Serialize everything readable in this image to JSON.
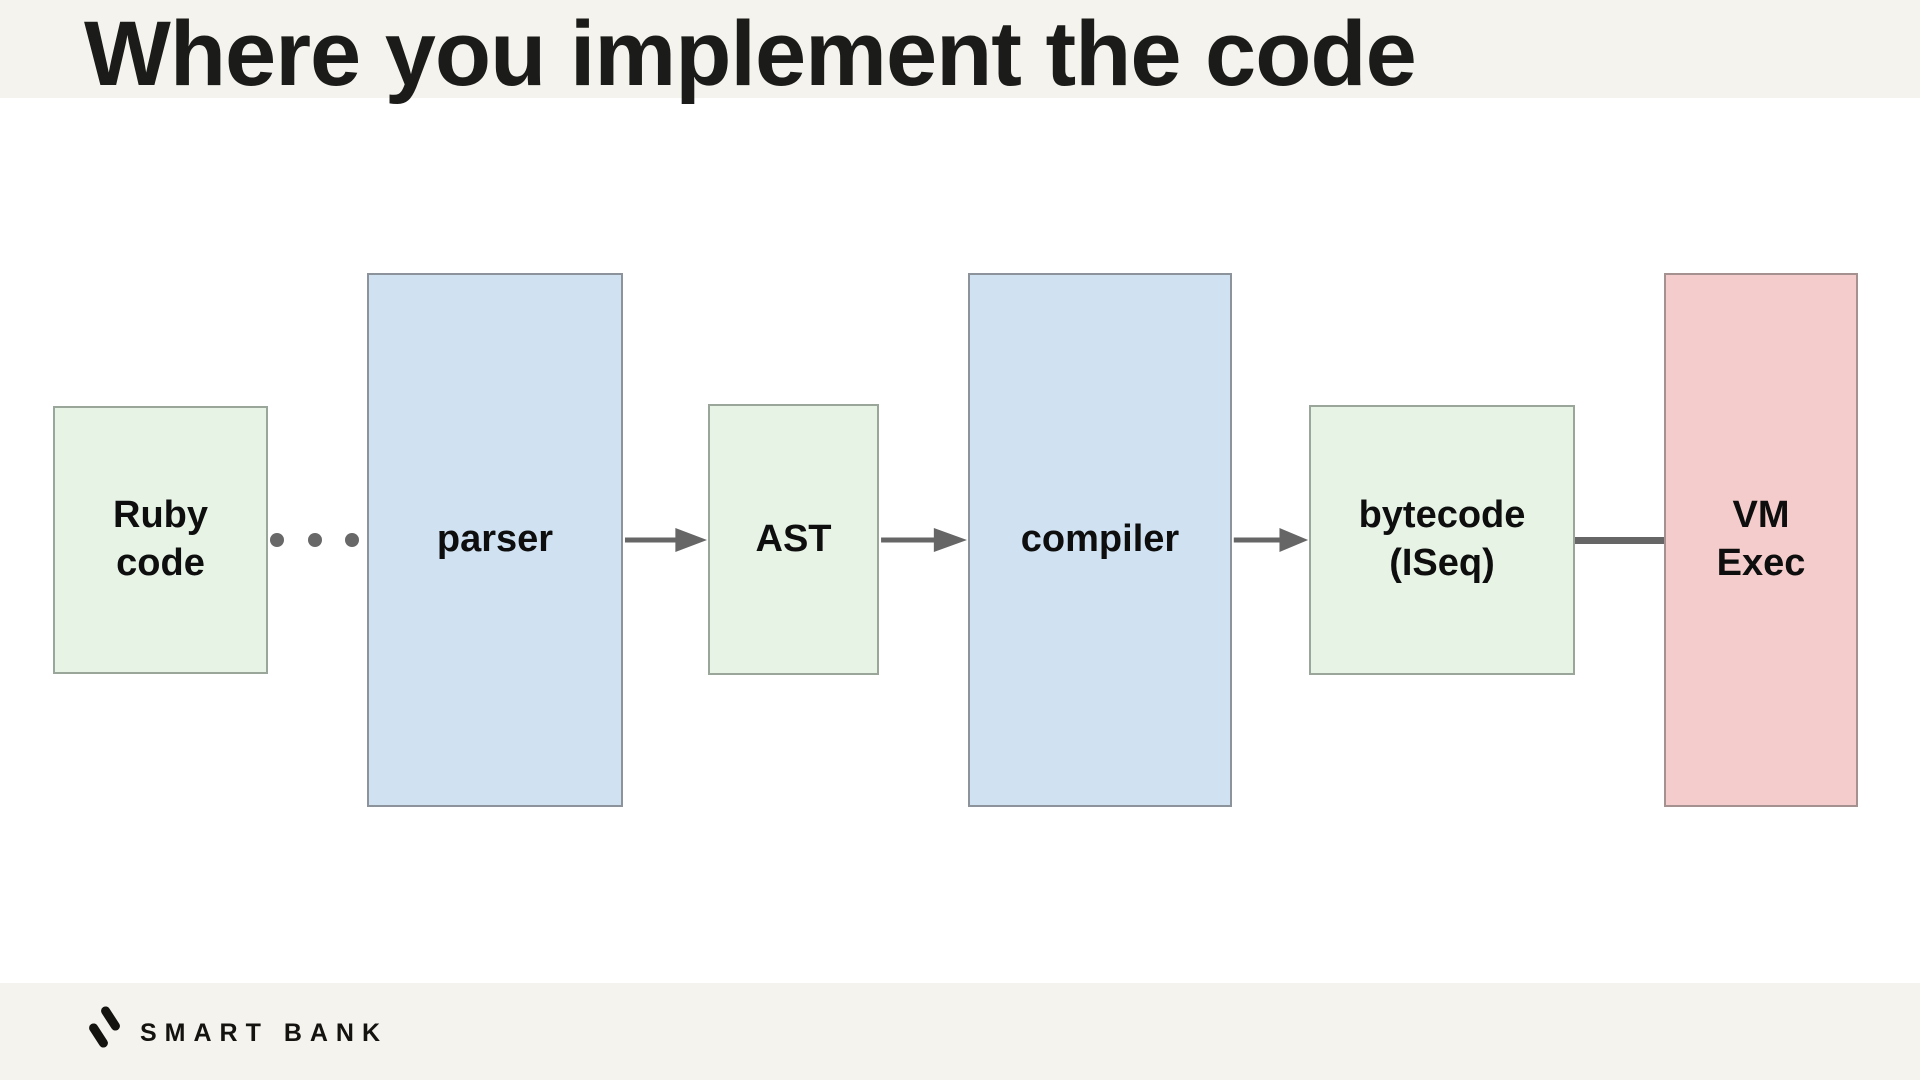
{
  "slide": {
    "title": "Where you implement the code",
    "footer": {
      "brand": "SMART BANK"
    },
    "colors": {
      "band_background": "#f4f3ee",
      "artifact_green": "#e6f3e5",
      "process_blue": "#d0e1f1",
      "endpoint_pink": "#f4cccb",
      "connector_gray": "#666666",
      "text": "#0e0e0e"
    },
    "diagram": {
      "nodes": [
        {
          "id": "ruby-code",
          "label": "Ruby\ncode",
          "color": "#e6f3e5"
        },
        {
          "id": "parser",
          "label": "parser",
          "color": "#d0e1f1"
        },
        {
          "id": "ast",
          "label": "AST",
          "color": "#e6f3e5"
        },
        {
          "id": "compiler",
          "label": "compiler",
          "color": "#d0e1f1"
        },
        {
          "id": "bytecode-iseq",
          "label": "bytecode\n(ISeq)",
          "color": "#e6f3e5"
        },
        {
          "id": "vm-exec",
          "label": "VM\nExec",
          "color": "#f4cccb"
        }
      ],
      "connections": [
        {
          "from": "ruby-code",
          "to": "parser",
          "style": "dotted"
        },
        {
          "from": "parser",
          "to": "ast",
          "style": "arrow"
        },
        {
          "from": "ast",
          "to": "compiler",
          "style": "arrow"
        },
        {
          "from": "compiler",
          "to": "bytecode-iseq",
          "style": "arrow"
        },
        {
          "from": "bytecode-iseq",
          "to": "vm-exec",
          "style": "line"
        }
      ]
    }
  }
}
